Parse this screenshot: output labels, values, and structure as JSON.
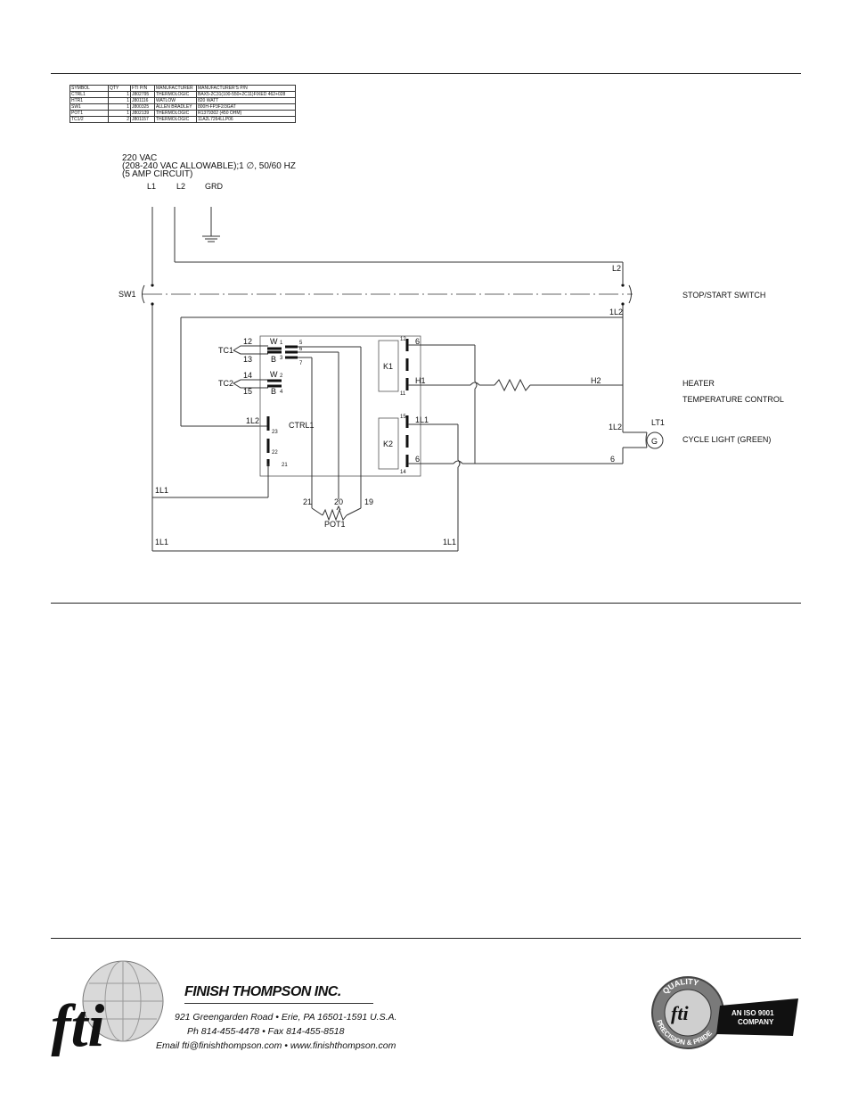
{
  "bom": {
    "headers": [
      "SYMBOL",
      "QTY",
      "FTI P/N",
      "MANUFACTURER",
      "MANUFACTURER'S P/N"
    ],
    "rows": [
      [
        "CTRL1",
        "1",
        "J802795",
        "THERMOLOGIC",
        "BAX5-2C31(100-550+2C11)FIXED 462+028"
      ],
      [
        "HTR1",
        "1",
        "J801116",
        "WATLOW",
        "820 WATT"
      ],
      [
        "SW1",
        "1",
        "J800325",
        "ALLEN BRADLEY",
        "800H-FP3F2/3GAT"
      ],
      [
        "POT1",
        "1",
        "J802139",
        "THERMOLOGIC",
        "R1379302 (450 OHM)"
      ],
      [
        "TC1/2",
        "2",
        "J801157",
        "THERMOLOGIC",
        "11A2L7264LLP06"
      ]
    ]
  },
  "supply": {
    "line1": "220 VAC",
    "line2": "(208-240 VAC ALLOWABLE);1 ∅, 50/60 HZ",
    "line3": "(5 AMP CIRCUIT)",
    "l1": "L1",
    "l2": "L2",
    "grd": "GRD"
  },
  "schematic": {
    "sw1": "SW1",
    "l2_top": "L2",
    "l2_switched": "1L2",
    "tc1": "TC1",
    "tc2": "TC2",
    "n12": "12",
    "n13": "13",
    "n14": "14",
    "n15": "15",
    "w": "W",
    "b": "B",
    "p1": "1",
    "p2": "2",
    "p3": "3",
    "p4": "4",
    "p5": "5",
    "p6": "6",
    "p7": "7",
    "k1": "K1",
    "k2": "K2",
    "k1_top": "12",
    "k1_bot": "11",
    "k2_top": "15",
    "k2_bot": "14",
    "w6a": "6",
    "h1": "H1",
    "h2": "H2",
    "w1l1": "1L1",
    "w6b": "6",
    "ctrl_1l2": "1L2",
    "ctrl1": "CTRL1",
    "c23": "23",
    "c22": "22",
    "c21": "21",
    "left_1l1": "1L1",
    "bottom_1l1_left": "1L1",
    "bottom_1l1_right": "1L1",
    "pot_21": "21",
    "pot_20": "20",
    "pot_19": "19",
    "pot1": "POT1",
    "lt1": "LT1",
    "lt_1l2": "1L2",
    "lt_g": "G",
    "lt_6": "6"
  },
  "legend": {
    "stop_start": "STOP/START SWITCH",
    "heater": "HEATER",
    "temp_control": "TEMPERATURE CONTROL",
    "cycle_light": "CYCLE LIGHT (GREEN)"
  },
  "footer": {
    "logo_text": "fti",
    "company": "FINISH THOMPSON INC.",
    "address": "921 Greengarden Road • Erie, PA 16501-1591 U.S.A.",
    "phone": "Ph 814-455-4478 • Fax 814-455-8518",
    "email": "Email fti@finishthompson.com • www.finishthompson.com",
    "seal_top": "QUALITY",
    "seal_bottom": "PRECISION & PRIDE",
    "seal_center": "fti",
    "iso_line1": "AN ISO 9001",
    "iso_line2": "COMPANY"
  }
}
